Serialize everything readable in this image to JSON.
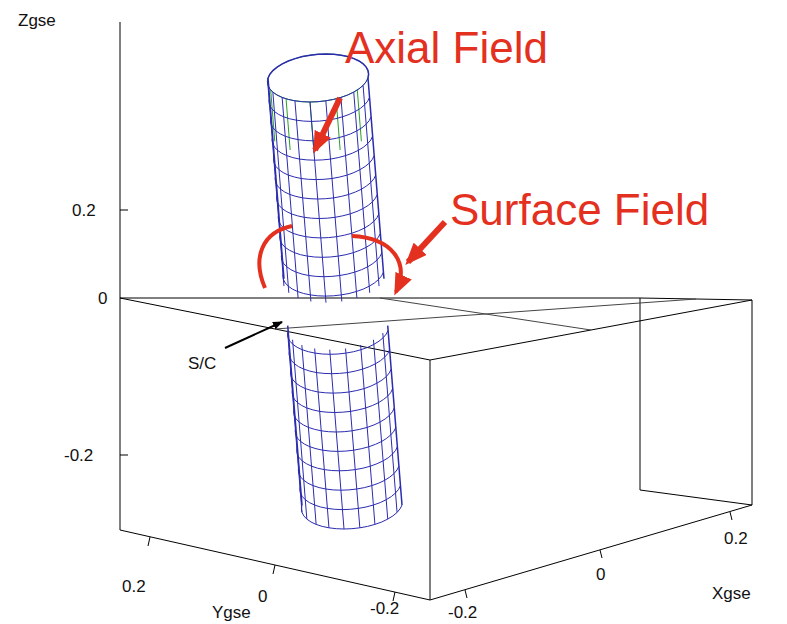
{
  "diagram": {
    "labels": [
      "Zgse",
      "Axial Field",
      "0.2",
      "Surface Field",
      "0",
      "S/C",
      "-0.2",
      "0.2",
      "0",
      "-0.2",
      "Ygse",
      "-0.2",
      "0",
      "0.2",
      "Xgse"
    ]
  }
}
